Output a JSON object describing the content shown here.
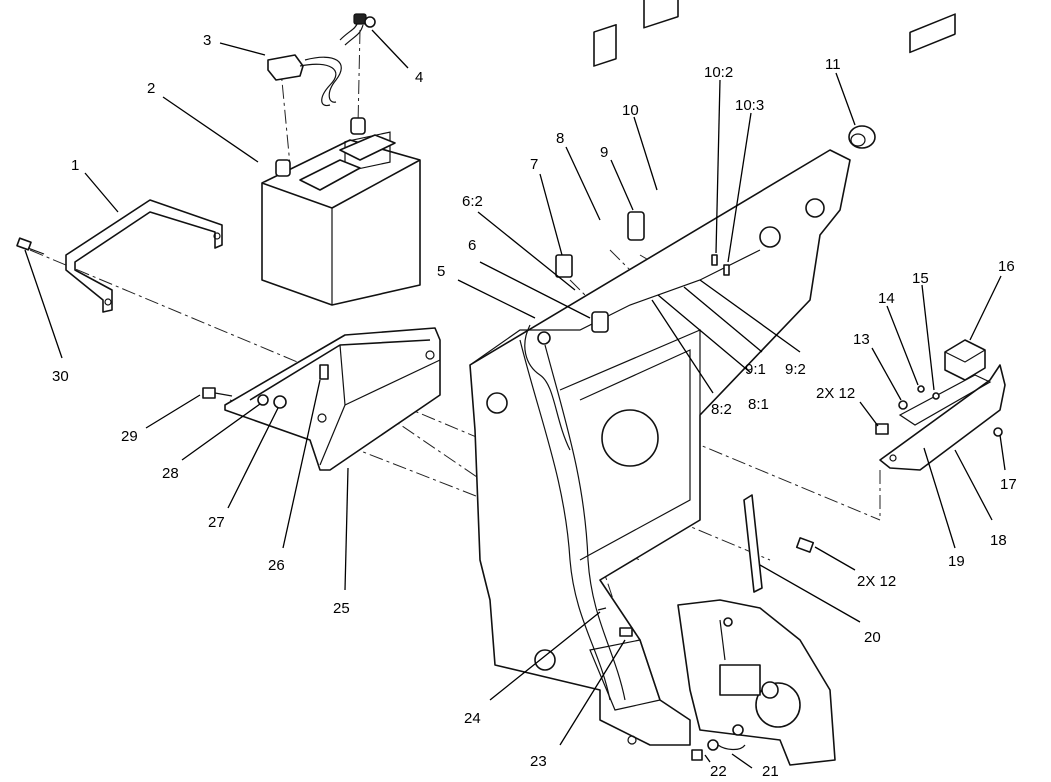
{
  "callouts": [
    {
      "id": "c1",
      "label": "1"
    },
    {
      "id": "c2",
      "label": "2"
    },
    {
      "id": "c3",
      "label": "3"
    },
    {
      "id": "c4",
      "label": "4"
    },
    {
      "id": "c5",
      "label": "5"
    },
    {
      "id": "c6",
      "label": "6"
    },
    {
      "id": "c62",
      "label": "6:2"
    },
    {
      "id": "c7",
      "label": "7"
    },
    {
      "id": "c8",
      "label": "8"
    },
    {
      "id": "c9",
      "label": "9"
    },
    {
      "id": "c10",
      "label": "10"
    },
    {
      "id": "c102",
      "label": "10:2"
    },
    {
      "id": "c103",
      "label": "10:3"
    },
    {
      "id": "c11",
      "label": "11"
    },
    {
      "id": "c13",
      "label": "13"
    },
    {
      "id": "c14",
      "label": "14"
    },
    {
      "id": "c15",
      "label": "15"
    },
    {
      "id": "c16",
      "label": "16"
    },
    {
      "id": "c2x12a",
      "label": "2X 12"
    },
    {
      "id": "c17",
      "label": "17"
    },
    {
      "id": "c18",
      "label": "18"
    },
    {
      "id": "c19",
      "label": "19"
    },
    {
      "id": "c2x12b",
      "label": "2X 12"
    },
    {
      "id": "c20",
      "label": "20"
    },
    {
      "id": "c21",
      "label": "21"
    },
    {
      "id": "c22",
      "label": "22"
    },
    {
      "id": "c23",
      "label": "23"
    },
    {
      "id": "c24",
      "label": "24"
    },
    {
      "id": "c25",
      "label": "25"
    },
    {
      "id": "c26",
      "label": "26"
    },
    {
      "id": "c27",
      "label": "27"
    },
    {
      "id": "c28",
      "label": "28"
    },
    {
      "id": "c29",
      "label": "29"
    },
    {
      "id": "c30",
      "label": "30"
    },
    {
      "id": "c82",
      "label": "8:2"
    },
    {
      "id": "c81",
      "label": "8:1"
    },
    {
      "id": "c91",
      "label": "9:1"
    },
    {
      "id": "c92",
      "label": "9:2"
    }
  ]
}
